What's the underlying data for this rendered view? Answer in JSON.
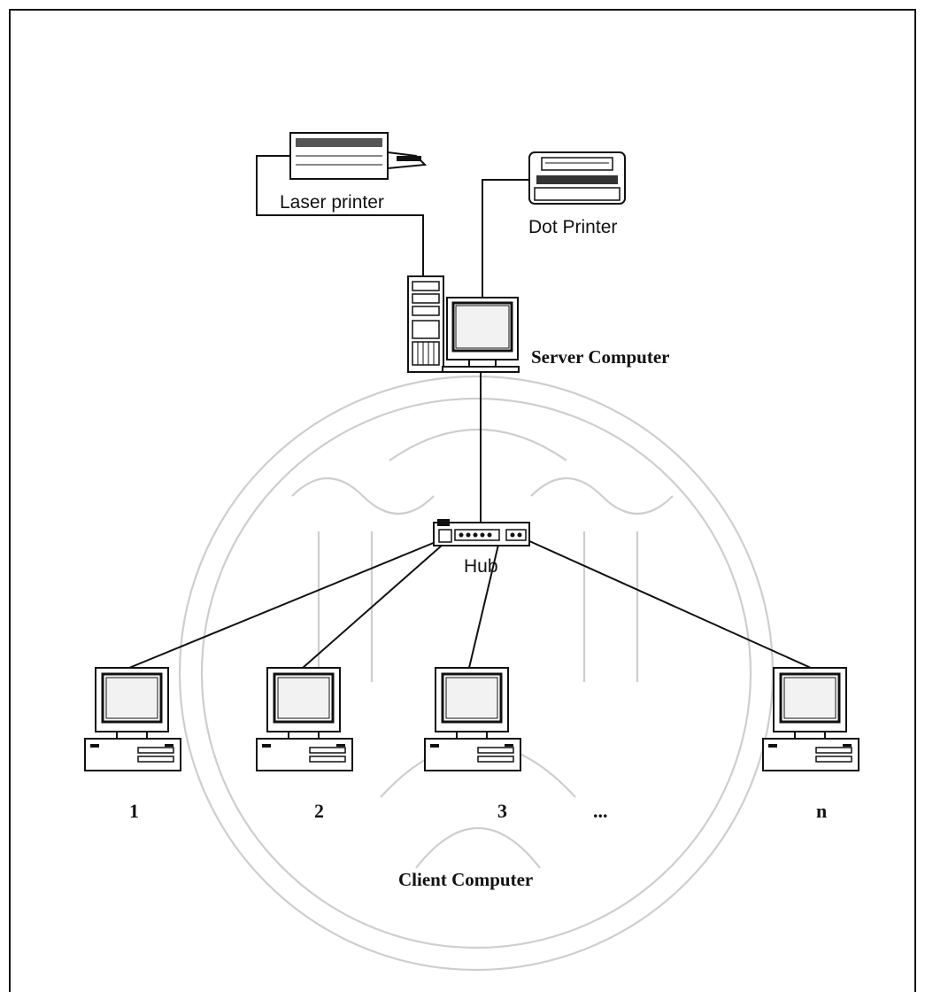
{
  "diagram": {
    "laser_printer": "Laser printer",
    "dot_printer": "Dot Printer",
    "server_computer": "Server Computer",
    "hub": "Hub",
    "client_computer": "Client Computer",
    "clients": [
      "1",
      "2",
      "3",
      "n"
    ],
    "ellipsis": "..."
  }
}
